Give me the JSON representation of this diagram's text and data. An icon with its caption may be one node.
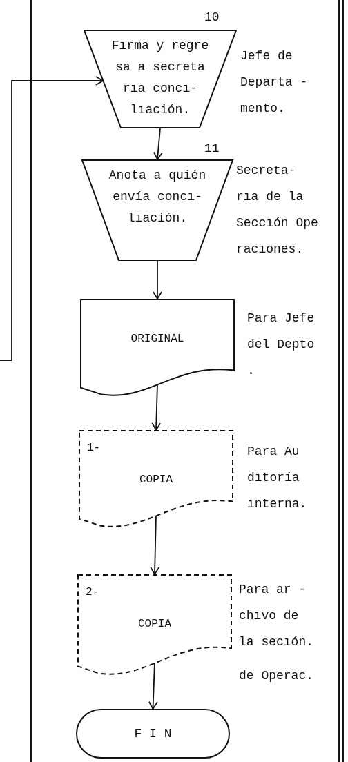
{
  "diagram": {
    "nodes": [
      {
        "text": [
          "Fırma y regre sa a secreta rıa concı- lıación."
        ],
        "beside": [
          "10",
          "Jefe de Departa - mento."
        ]
      },
      {
        "text": [
          "Anota a quién envía concı- lıación."
        ],
        "beside": [
          "11",
          "Secreta- rıa de la Seccıón Ope racıones."
        ]
      },
      {
        "text": [
          "ORIGINAL"
        ],
        "beside": [
          "Para Jefe del Depto ."
        ]
      },
      {
        "text": [
          "1-",
          "COPIA"
        ],
        "beside": [
          "Para Au dıtoría ınterna."
        ]
      },
      {
        "text": [
          "2-",
          "COPIA"
        ],
        "beside": [
          "Para ar - chıvo de la secıón.",
          "de Operac."
        ]
      },
      {
        "text": [
          "F I N"
        ]
      }
    ],
    "edges": [
      {
        "from": null,
        "to": 0,
        "arrow": "to"
      },
      {
        "from": 0,
        "to": 1,
        "arrow": "to"
      },
      {
        "from": 1,
        "to": 2,
        "arrow": "to"
      },
      {
        "from": 2,
        "to": 3,
        "arrow": "to"
      },
      {
        "from": 3,
        "to": 4,
        "arrow": "to"
      },
      {
        "from": 4,
        "to": 5,
        "arrow": "to"
      }
    ]
  }
}
